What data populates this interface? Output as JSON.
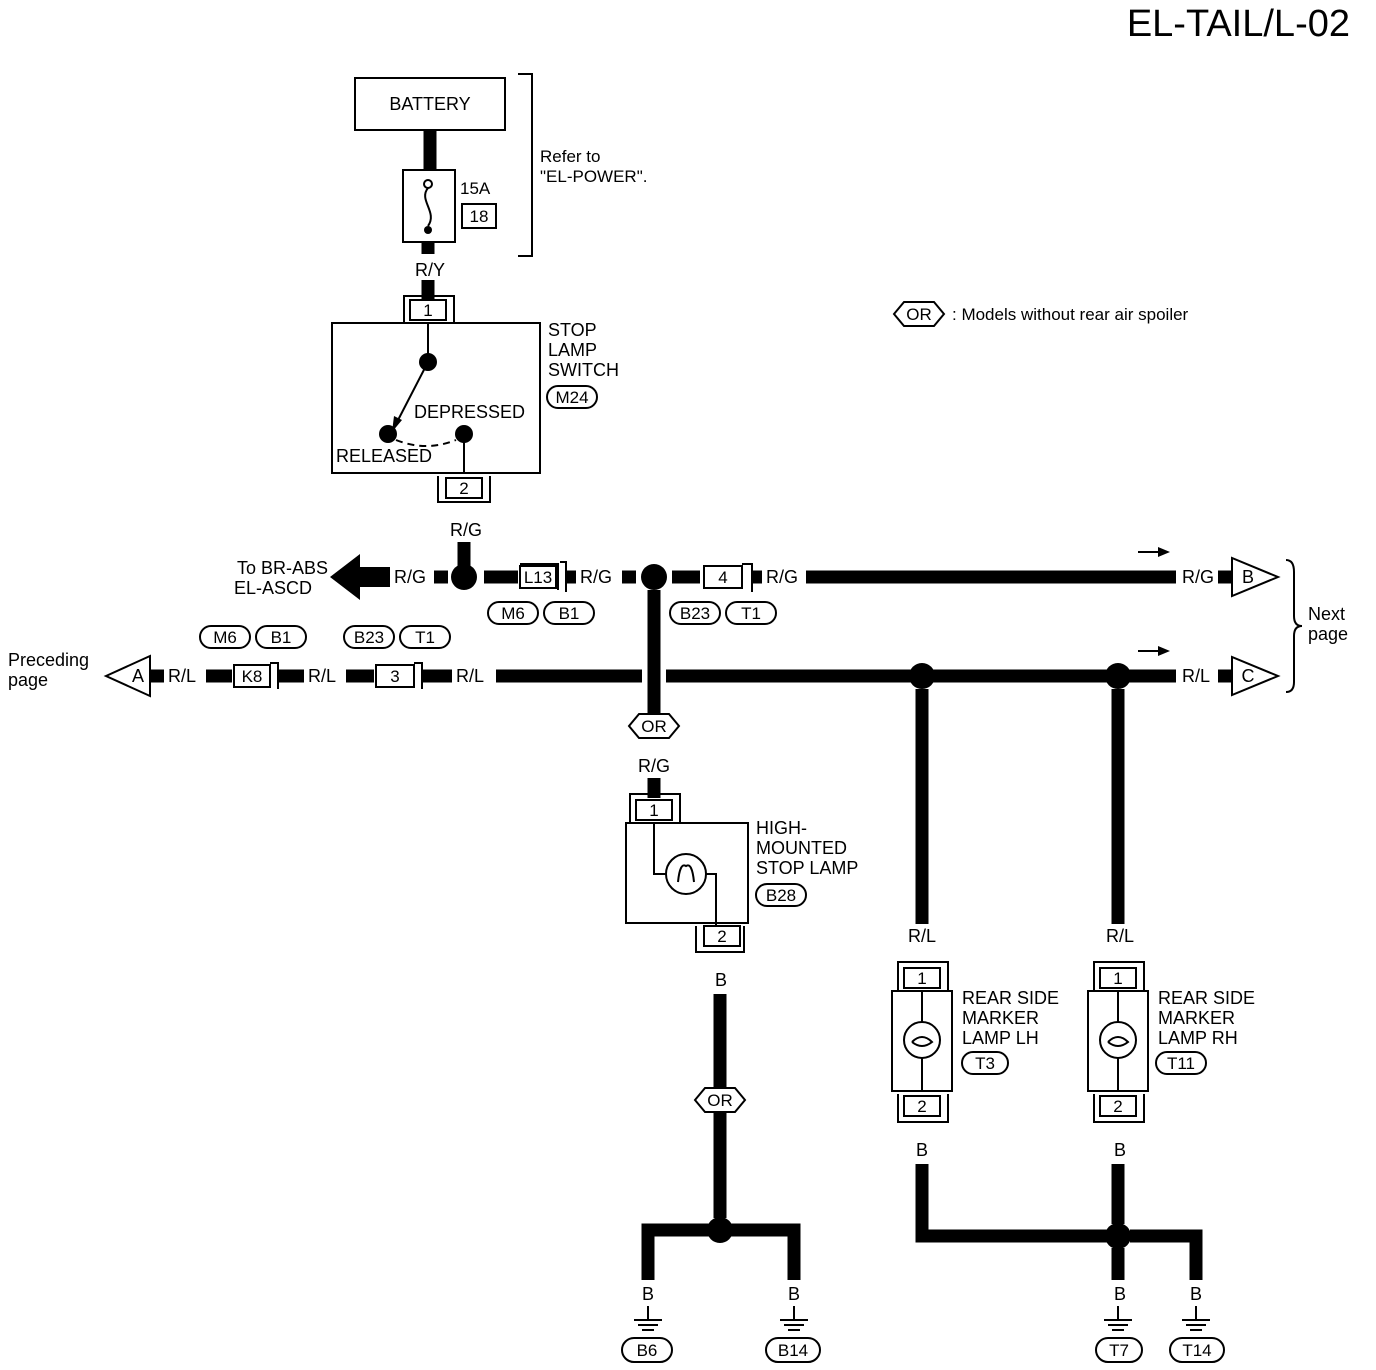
{
  "title": "EL-TAIL/L-02",
  "battery": "BATTERY",
  "fuse": {
    "amps": "15A",
    "number": "18"
  },
  "refer_note": [
    "Refer to",
    "\"EL-POWER\"."
  ],
  "legend": {
    "code": "OR",
    "text": ": Models without rear air spoiler"
  },
  "stop_lamp_switch": {
    "name": [
      "STOP",
      "LAMP",
      "SWITCH"
    ],
    "connector": "M24",
    "pin_in": "1",
    "pin_out": "2",
    "state_on": "DEPRESSED",
    "state_off": "RELEASED"
  },
  "wires": {
    "ry": "R/Y",
    "rg": "R/G",
    "rl": "R/L",
    "b": "B"
  },
  "to_other": [
    "To BR-ABS",
    "EL-ASCD"
  ],
  "connectors": {
    "l13": "L13",
    "pin4": "4",
    "k8": "K8",
    "pin3": "3",
    "m6": "M6",
    "b1": "B1",
    "b23": "B23",
    "t1": "T1"
  },
  "preceding": {
    "text": [
      "Preceding",
      "page"
    ],
    "letter": "A"
  },
  "next": {
    "text": [
      "Next",
      "page"
    ],
    "letter_b": "B",
    "letter_c": "C"
  },
  "high_stop_lamp": {
    "name": [
      "HIGH-",
      "MOUNTED",
      "STOP LAMP"
    ],
    "connector": "B28",
    "pin_in": "1",
    "pin_out": "2"
  },
  "marker_lh": {
    "name": [
      "REAR SIDE",
      "MARKER",
      "LAMP LH"
    ],
    "connector": "T3",
    "pin_in": "1",
    "pin_out": "2"
  },
  "marker_rh": {
    "name": [
      "REAR SIDE",
      "MARKER",
      "LAMP RH"
    ],
    "connector": "T11",
    "pin_in": "1",
    "pin_out": "2"
  },
  "grounds": [
    "B6",
    "B14",
    "T7",
    "T14"
  ]
}
